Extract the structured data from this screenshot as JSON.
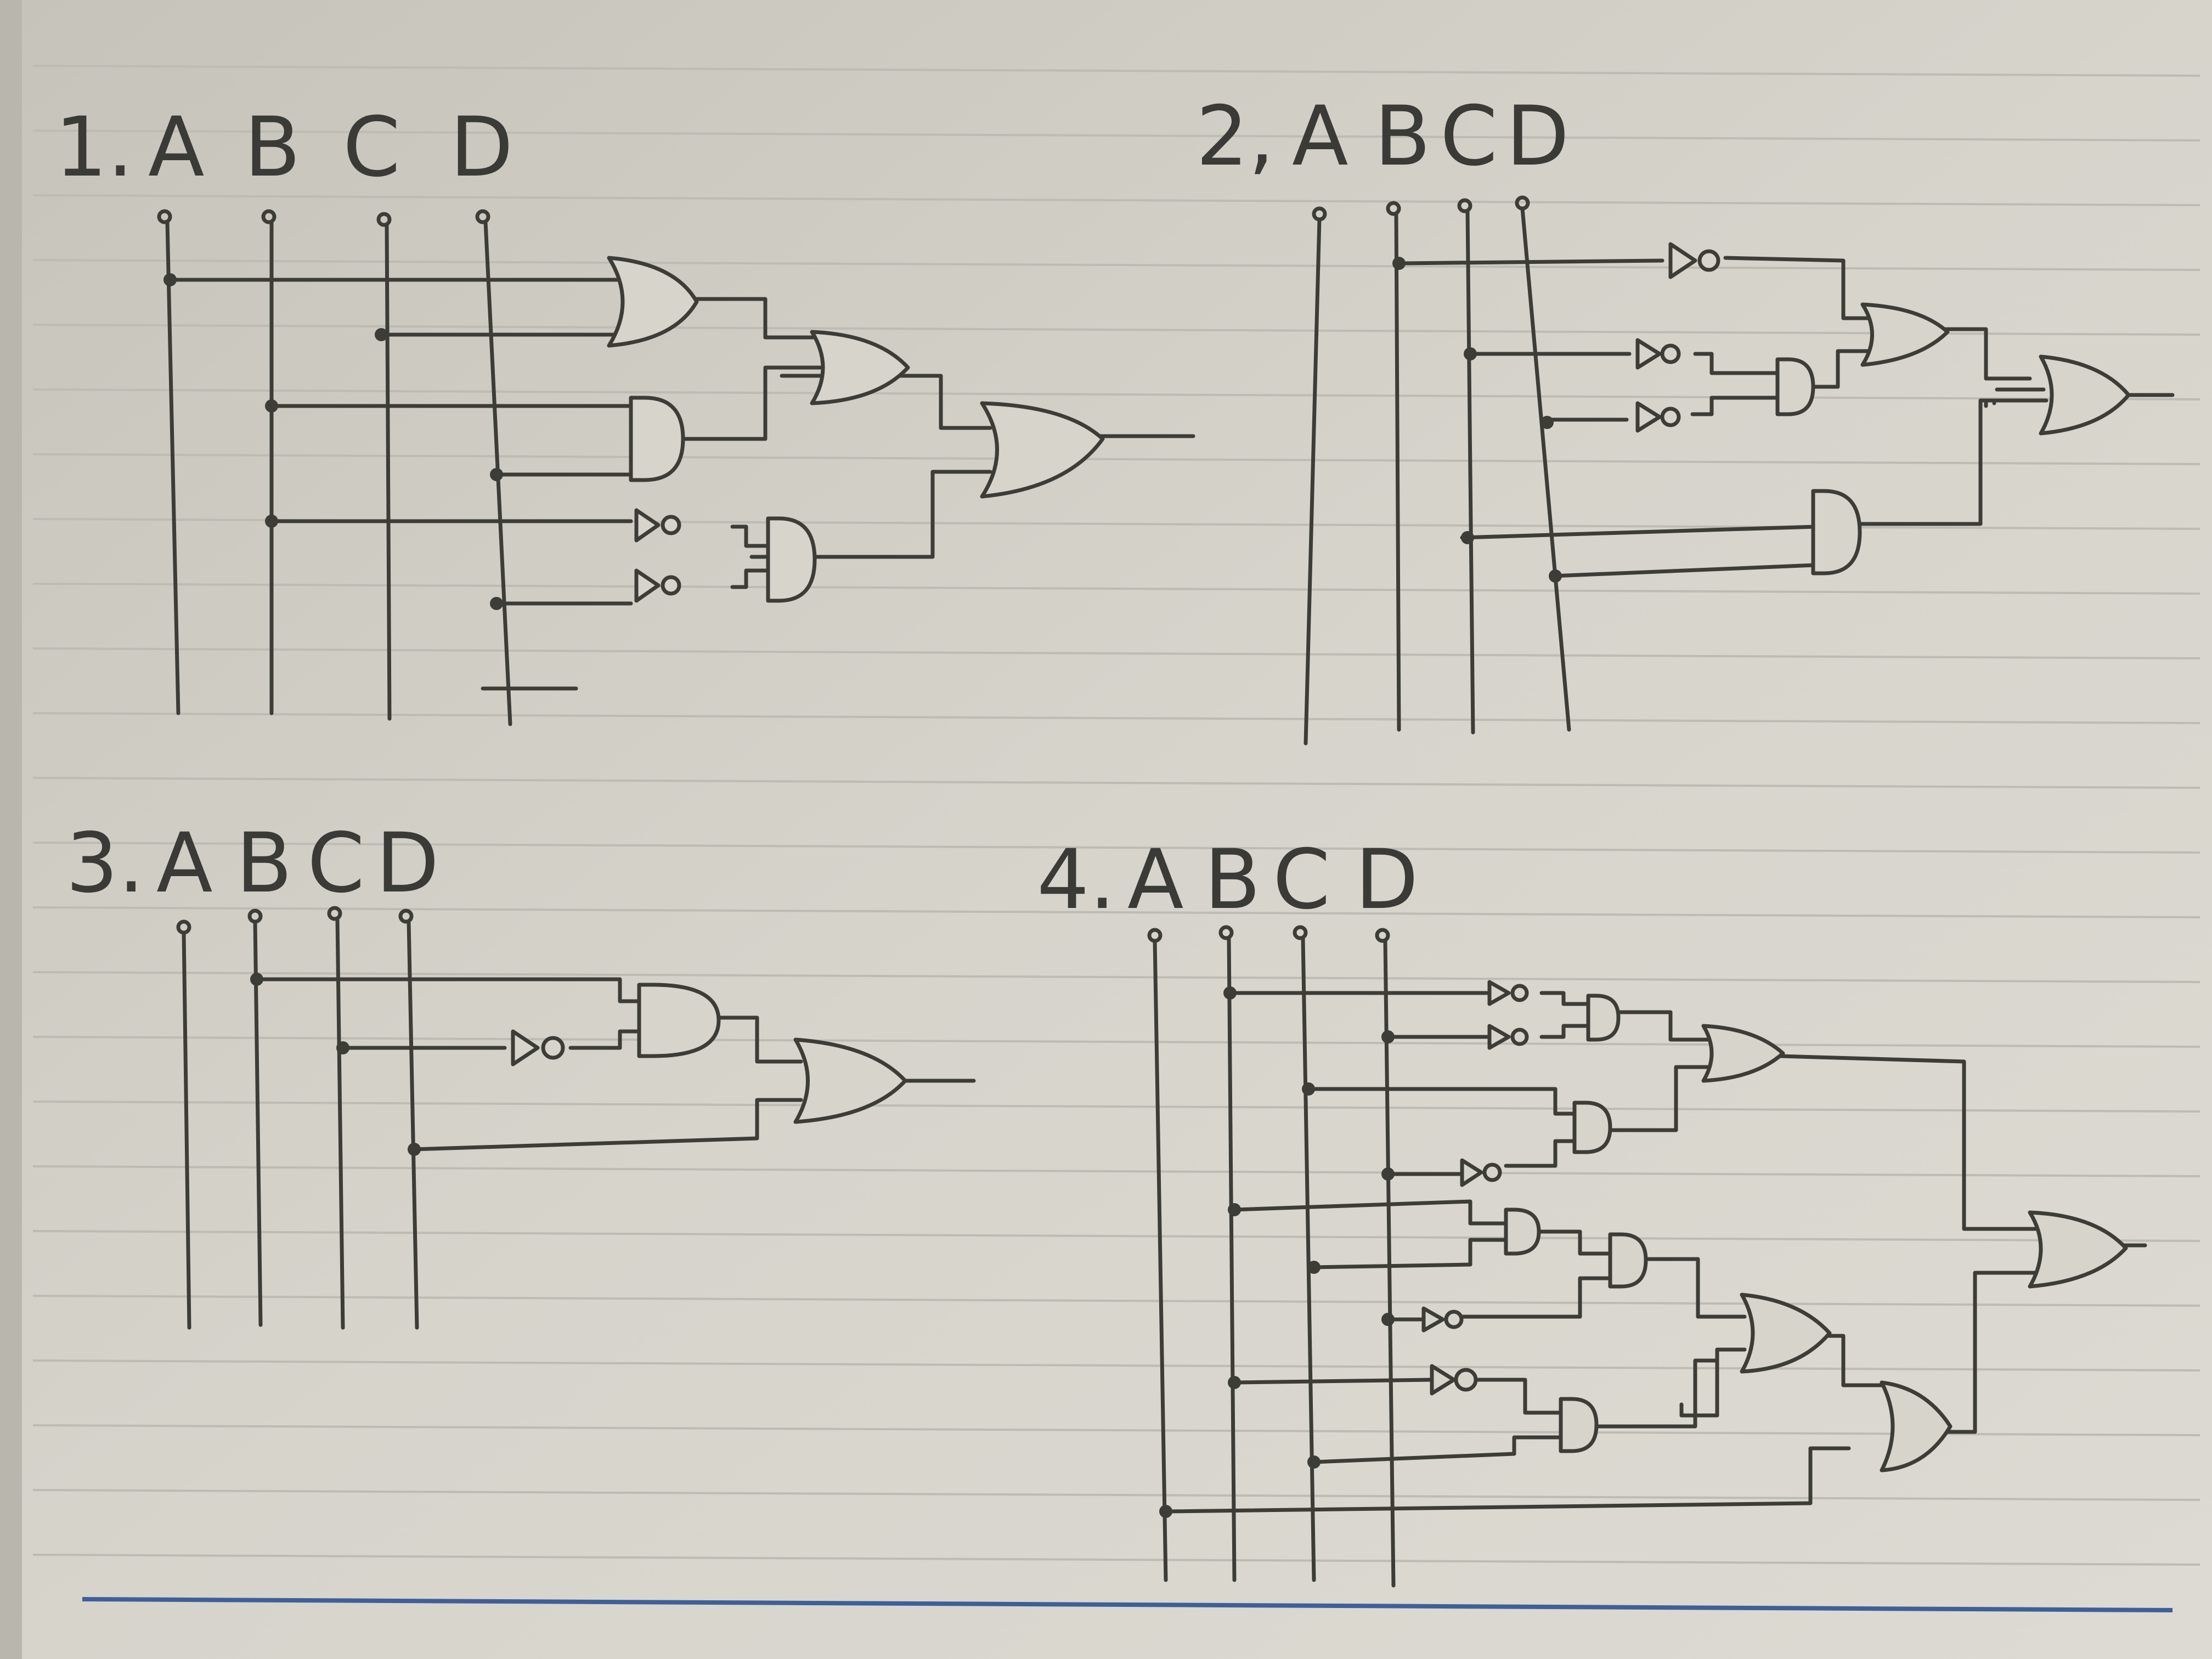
{
  "diagrams": [
    {
      "number": "1.",
      "inputs": [
        "A",
        "B",
        "C",
        "D"
      ]
    },
    {
      "number": "2,",
      "inputs": [
        "A",
        "B",
        "C",
        "D"
      ]
    },
    {
      "number": "3.",
      "inputs": [
        "A",
        "B",
        "C",
        "D"
      ]
    },
    {
      "number": "4.",
      "inputs": [
        "A",
        "B",
        "C",
        "D"
      ]
    }
  ],
  "colors": {
    "paper": "#d3d1c8",
    "ink": "#3d3d38",
    "margin_line": "#3f5f98"
  }
}
